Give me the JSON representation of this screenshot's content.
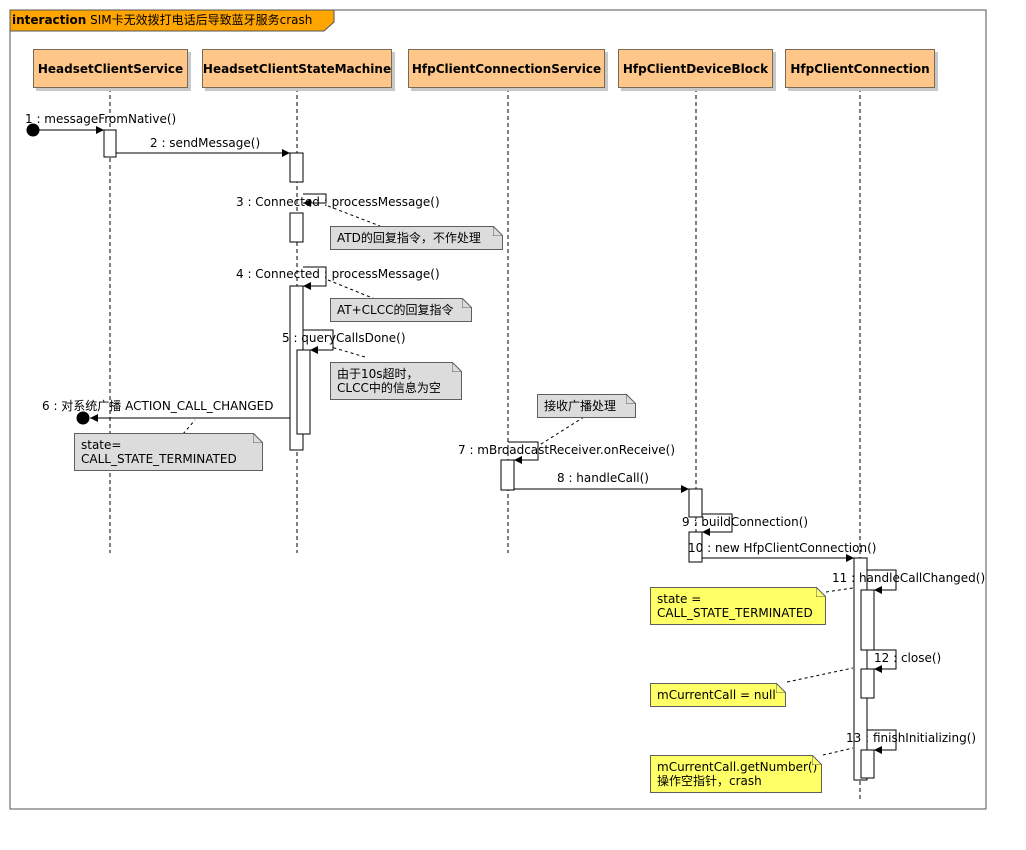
{
  "frame": {
    "keyword": "interaction",
    "title": "SIM卡无效拨打电话后导致蓝牙服务crash"
  },
  "lifelines": [
    "HeadsetClientService",
    "HeadsetClientStateMachine",
    "HfpClientConnectionService",
    "HfpClientDeviceBlock",
    "HfpClientConnection"
  ],
  "messages": [
    "1 : messageFromNative()",
    "2 : sendMessage()",
    "3 : Connected : processMessage()",
    "4 : Connected : processMessage()",
    "5 : queryCallsDone()",
    "6 : 对系统广播 ACTION_CALL_CHANGED",
    "7 : mBroadcastReceiver.onReceive()",
    "8 : handleCall()",
    "9 : buildConnection()",
    "10 : new HfpClientConnection()",
    "11 : handleCallChanged()",
    "12 : close()",
    "13 : finishInitializing()"
  ],
  "notes": {
    "atd": "ATD的回复指令，不作处理",
    "clcc": "AT+CLCC的回复指令",
    "timeout_1": "由于10s超时，",
    "timeout_2": "CLCC中的信息为空",
    "broadcast": "接收广播处理",
    "state1_1": "state=",
    "state1_2": "CALL_STATE_TERMINATED",
    "state2_1": "state =",
    "state2_2": "CALL_STATE_TERMINATED",
    "null_call": "mCurrentCall = null",
    "crash_1": "mCurrentCall.getNumber()",
    "crash_2": "操作空指针，crash"
  },
  "colors": {
    "lifeline_fill": "#fec789",
    "note_gray": "#dcdcdc",
    "note_yellow": "#ffff66",
    "frame_tab": "#ffa500"
  }
}
